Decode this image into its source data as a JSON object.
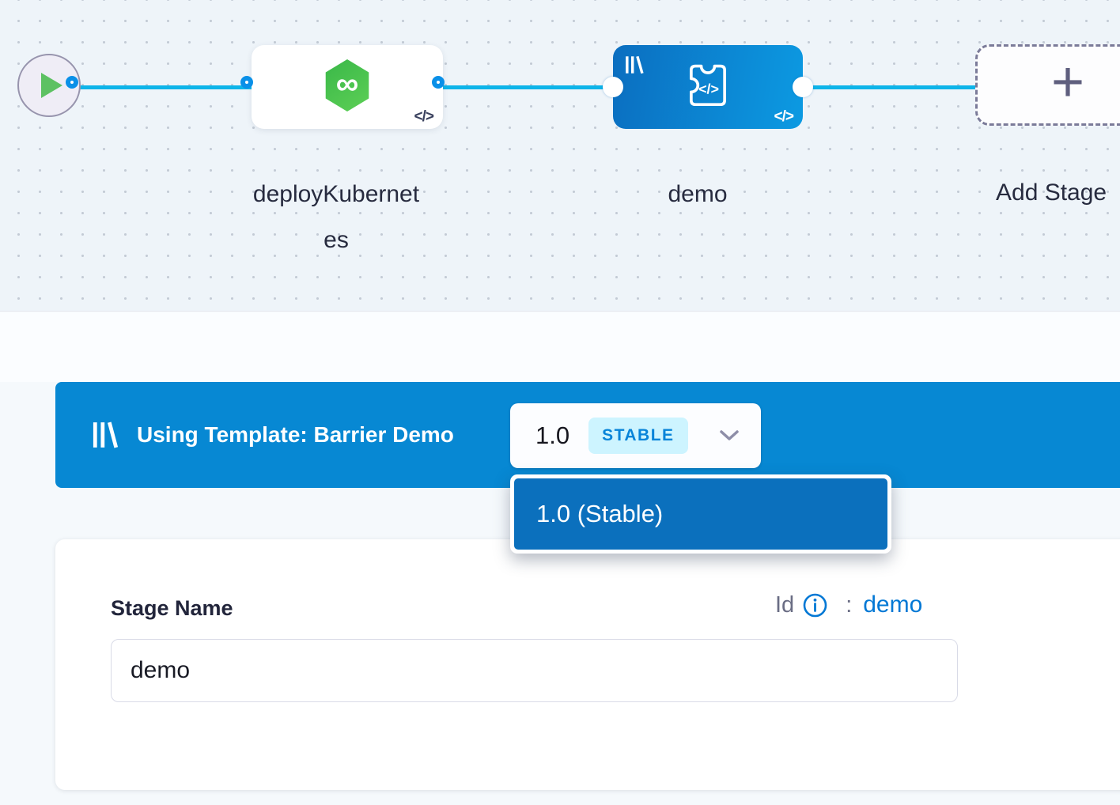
{
  "canvas": {
    "nodes": [
      {
        "id": "deployKubernetes",
        "label": "deployKubernetes"
      },
      {
        "id": "demo",
        "label": "demo"
      }
    ],
    "add_stage_label": "Add Stage"
  },
  "icons": {
    "code": "</>",
    "plus": "+",
    "infinity": "∞"
  },
  "template_banner": {
    "text": "Using Template: Barrier Demo",
    "version": "1.0",
    "badge": "STABLE"
  },
  "version_dropdown": {
    "items": [
      {
        "label": "1.0 (Stable)"
      }
    ]
  },
  "stage_form": {
    "name_label": "Stage Name",
    "id_label": "Id",
    "id_separator": ":",
    "id_value": "demo",
    "name_value": "demo"
  },
  "colors": {
    "banner_blue": "#0788d3",
    "accent_blue": "#0278d5",
    "dropdown_item_blue": "#0b70bd",
    "edge_cyan": "#0db4e9",
    "connector_blue": "#0a90e8",
    "node_gradient_start": "#0b6ec0",
    "node_gradient_end": "#0c9ae2",
    "harness_green": "#4dc44e",
    "stable_badge_bg": "#cdf4ff",
    "play_green": "#5dc162"
  }
}
